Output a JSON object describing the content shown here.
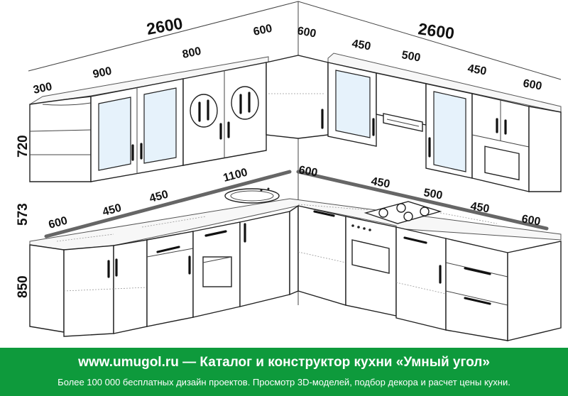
{
  "dimensions": {
    "wall_left_total": "2600",
    "wall_right_total": "2600",
    "wall_cab_left": [
      "300",
      "900",
      "800",
      "600"
    ],
    "wall_cab_right": [
      "600",
      "450",
      "500",
      "450",
      "600"
    ],
    "height_upper": "720",
    "height_gap": "573",
    "height_lower": "850",
    "base_left": [
      "600",
      "450",
      "450",
      "1100"
    ],
    "base_right": [
      "600",
      "450",
      "500",
      "450",
      "600"
    ]
  },
  "footer": {
    "title": "www.umugol.ru — Каталог и конструктор кухни «Умный угол»",
    "subtitle": "Более 100 000 бесплатных дизайн проектов. Просмотр 3D-моделей, подбор декора и расчет цены кухни."
  },
  "colors": {
    "footer_bg": "#0e9a3c",
    "dimension_line": "#666666",
    "glass": "#e6f2fb"
  }
}
